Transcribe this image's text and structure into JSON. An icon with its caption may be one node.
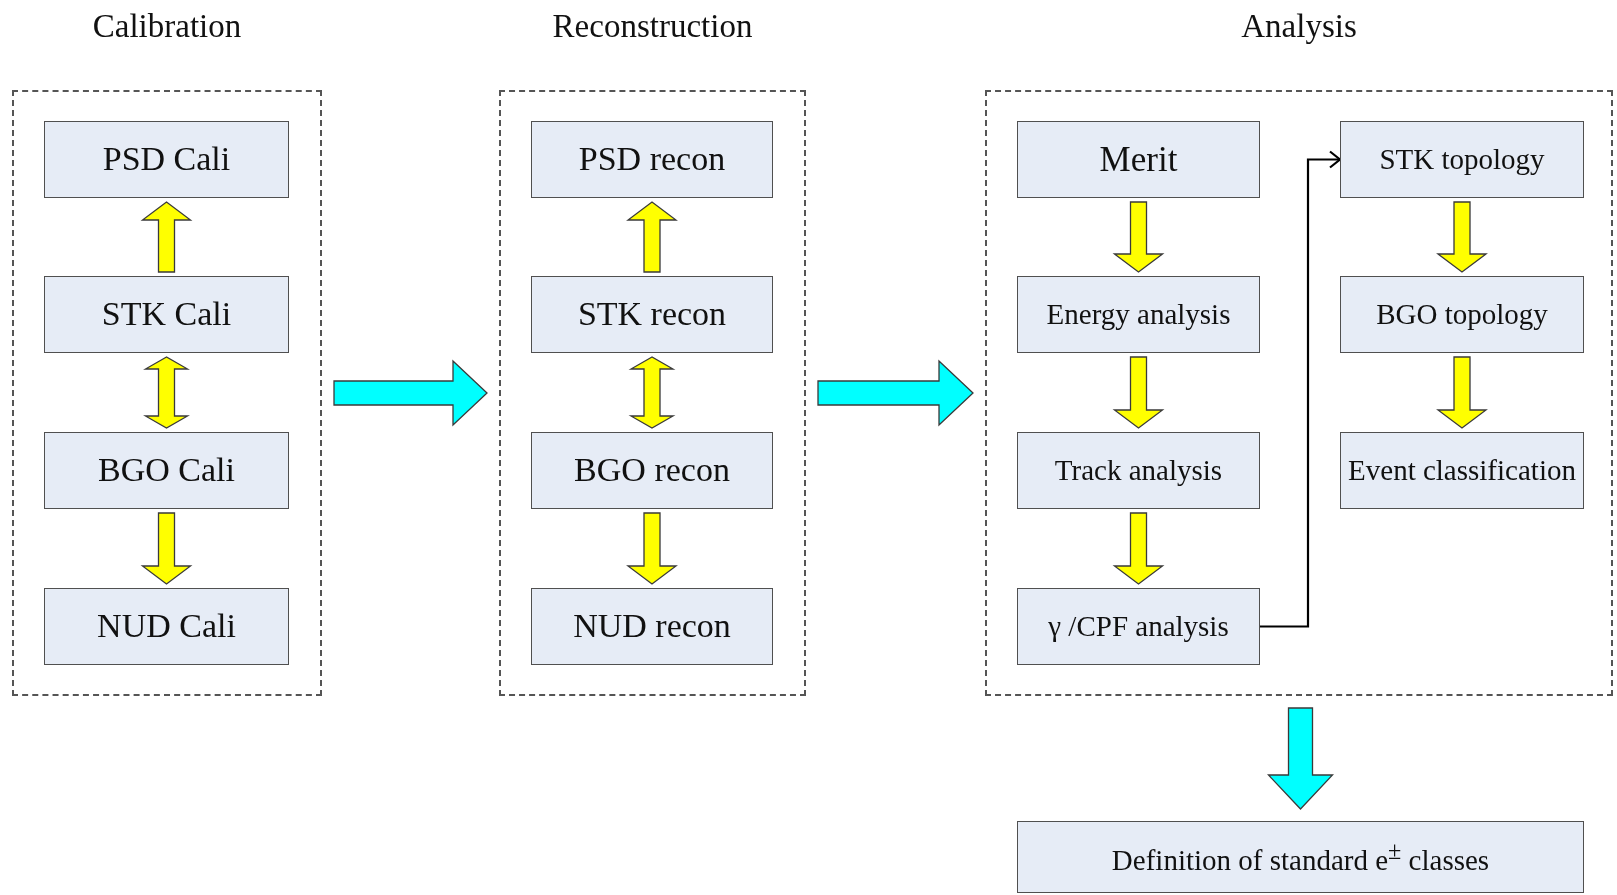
{
  "diagram": {
    "nodes": [
      {
        "text": [
          "Calibration"
        ]
      },
      {
        "text": [
          "PSD Cali"
        ],
        "in": 0
      },
      {
        "text": [
          "STK Cali"
        ],
        "in": 0
      },
      {
        "text": [
          "BGO Cali"
        ],
        "in": 0
      },
      {
        "text": [
          "NUD Cali"
        ],
        "in": 0
      },
      {
        "text": [
          "Reconstruction"
        ]
      },
      {
        "text": [
          "PSD recon"
        ],
        "in": 5
      },
      {
        "text": [
          "STK recon"
        ],
        "in": 5
      },
      {
        "text": [
          "BGO recon"
        ],
        "in": 5
      },
      {
        "text": [
          "NUD recon"
        ],
        "in": 5
      },
      {
        "text": [
          "Analysis"
        ]
      },
      {
        "text": [
          "Merit"
        ],
        "in": 10
      },
      {
        "text": [
          "Energy analysis"
        ],
        "in": 10
      },
      {
        "text": [
          "Track analysis"
        ],
        "in": 10
      },
      {
        "text": [
          "γ /CPF analysis"
        ],
        "in": 10
      },
      {
        "text": [
          "STK topology"
        ],
        "in": 10
      },
      {
        "text": [
          "BGO topology"
        ],
        "in": 10
      },
      {
        "text": [
          "Event classification"
        ],
        "in": 10
      },
      {
        "text": [
          "Definition of standard e$^{±}$ classes"
        ]
      }
    ],
    "edges": [
      {
        "from": 2,
        "to": 1,
        "arrow": "to",
        "style": "thick"
      },
      {
        "from": 2,
        "to": 3,
        "arrow": "both",
        "style": "thick"
      },
      {
        "from": 3,
        "to": 4,
        "arrow": "to",
        "style": "thick"
      },
      {
        "from": 7,
        "to": 6,
        "arrow": "to",
        "style": "thick"
      },
      {
        "from": 7,
        "to": 8,
        "arrow": "both",
        "style": "thick"
      },
      {
        "from": 8,
        "to": 9,
        "arrow": "to",
        "style": "thick"
      },
      {
        "from": 0,
        "to": 5,
        "arrow": "to",
        "style": "thick",
        "color": "#00ffff"
      },
      {
        "from": 5,
        "to": 10,
        "arrow": "to",
        "style": "thick",
        "color": "#00ffff"
      },
      {
        "from": 11,
        "to": 12,
        "arrow": "to",
        "style": "thick"
      },
      {
        "from": 12,
        "to": 13,
        "arrow": "to",
        "style": "thick"
      },
      {
        "from": 13,
        "to": 14,
        "arrow": "to",
        "style": "thick"
      },
      {
        "from": 14,
        "to": 15,
        "arrow": "to",
        "color": "#000000"
      },
      {
        "from": 15,
        "to": 16,
        "arrow": "to",
        "style": "thick"
      },
      {
        "from": 16,
        "to": 17,
        "arrow": "to",
        "style": "thick"
      },
      {
        "from": 10,
        "to": 18,
        "arrow": "to",
        "style": "thick",
        "color": "#00ffff"
      }
    ]
  }
}
